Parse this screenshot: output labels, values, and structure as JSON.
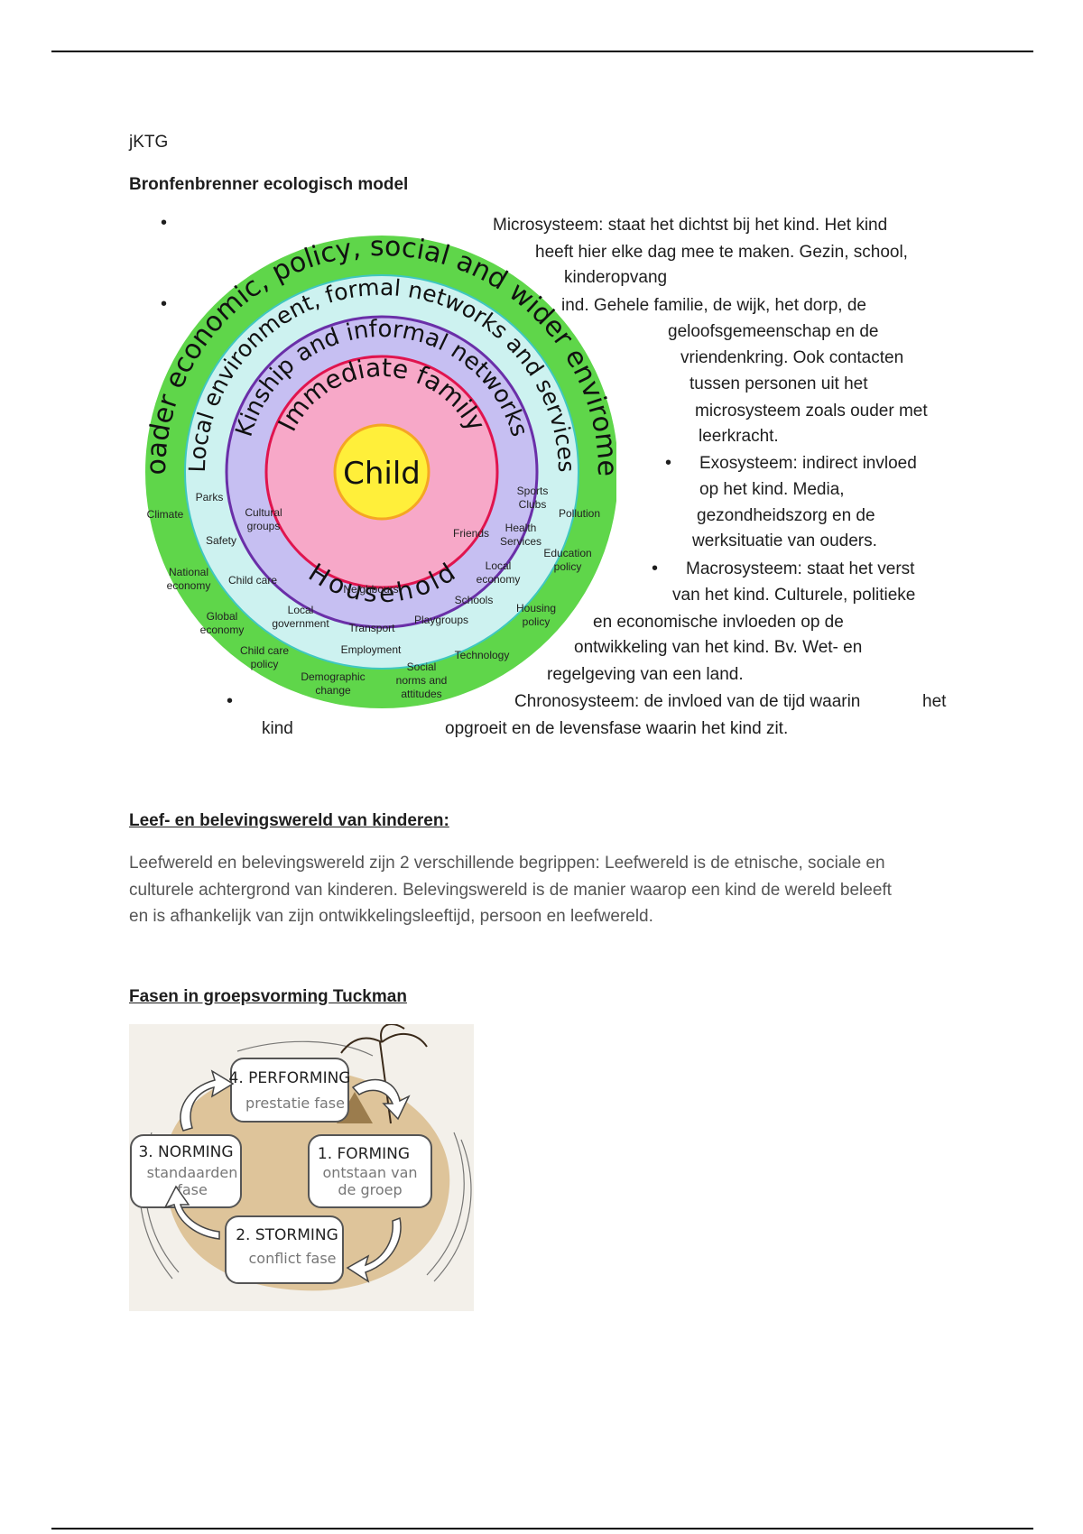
{
  "doc": {
    "label": "jKTG",
    "heading1": "Bronfenbrenner ecologisch model",
    "bullet_char": "•",
    "bronf_lines": [
      "Microsysteem: staat het dichtst bij het kind. Het kind",
      "heeft hier elke dag mee te maken. Gezin, school,",
      "kinderopvang",
      "ind. Gehele familie, de wijk, het dorp, de",
      "geloofsgemeenschap en de",
      "vriendenkring. Ook contacten",
      "tussen personen uit het",
      "microsysteem zoals ouder met",
      "leerkracht.",
      "Exosysteem: indirect invloed",
      "op het kind. Media,",
      "gezondheidszorg en de",
      "werksituatie van ouders.",
      "Macrosysteem: staat het verst",
      "van het kind. Culturele, politieke",
      "en economische invloeden op de",
      "ontwikkeling van het kind. Bv. Wet- en",
      "regelgeving van een land.",
      "Chronosysteem: de invloed van de tijd waarin",
      "het",
      "kind",
      "opgroeit en de levensfase waarin het kind zit."
    ],
    "heading2": "Leef- en belevingswereld van kinderen:",
    "para_lines": [
      "Leefwereld en belevingswereld zijn 2 verschillende begrippen: Leefwereld is de etnische, sociale en",
      "culturele achtergrond van kinderen. Belevingswereld is de manier waarop een kind de wereld beleeft",
      "en is afhankelijk van zijn ontwikkelingsleeftijd, persoon en leefwereld."
    ],
    "heading3": "Fasen in groepsvorming Tuckman"
  },
  "ecological_model": {
    "center": "Child",
    "ring_labels": {
      "immediate": "Immediate family",
      "household": "Household",
      "kinship": "Kinship and informal networks",
      "local": "Local environment, formal networks and services",
      "broader": "Broader economic, policy, social and wider enviroment"
    },
    "colors": {
      "outer": "#5fd64a",
      "local": "#cdf2f0",
      "kinship": "#c6bff2",
      "immediate": "#f7a8c8",
      "child": "#ffef3a",
      "kinship_border": "#6a2fa8",
      "immediate_border": "#e0144e",
      "local_border": "#3fc7c0",
      "child_border": "#f5a623"
    },
    "items": {
      "parks": "Parks",
      "climate": "Climate",
      "cultural1": "Cultural",
      "cultural2": "groups",
      "safety": "Safety",
      "national1": "National",
      "national2": "economy",
      "childcare": "Child care",
      "neighbours": "Neighbours",
      "global1": "Global",
      "global2": "economy",
      "localgov1": "Local",
      "localgov2": "government",
      "transport": "Transport",
      "playgroups": "Playgroups",
      "employment": "Employment",
      "ccpolicy1": "Child care",
      "ccpolicy2": "policy",
      "demo1": "Demographic",
      "demo2": "change",
      "social1": "Social",
      "social2": "norms and",
      "social3": "attitudes",
      "technology": "Technology",
      "housing1": "Housing",
      "housing2": "policy",
      "schools": "Schools",
      "localeco1": "Local",
      "localeco2": "economy",
      "education1": "Education",
      "education2": "policy",
      "friends": "Friends",
      "health1": "Health",
      "health2": "Services",
      "sports1": "Sports",
      "sports2": "Clubs",
      "pollution": "Pollution"
    }
  },
  "tuckman": {
    "stages": {
      "performing": {
        "title": "4. PERFORMING",
        "sub1": "prestatie fase"
      },
      "norming": {
        "title": "3. NORMING",
        "sub1": "standaarden",
        "sub2": "fase"
      },
      "forming": {
        "title": "1. FORMING",
        "sub1": "ontstaan van",
        "sub2": "de groep"
      },
      "storming": {
        "title": "2. STORMING",
        "sub1": "conflict fase"
      }
    }
  }
}
